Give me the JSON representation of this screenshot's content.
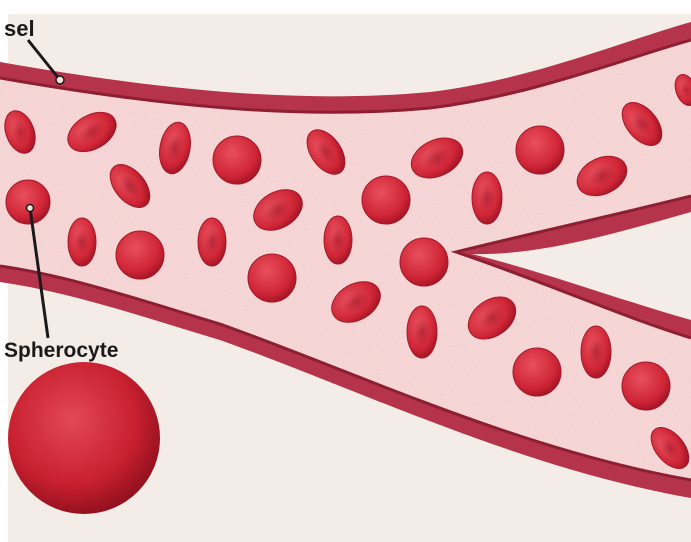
{
  "labels": {
    "vessel": "sel",
    "spherocyte": "Spherocyte"
  },
  "colors": {
    "background": "#f4ece6",
    "vessel_wall": "#b5344b",
    "vessel_wall_dark": "#8e1f33",
    "plasma": "#f6d7d6",
    "cell_fill": "#d42d3d",
    "cell_dark": "#9f1424",
    "leader_line": "#1a1a1a"
  },
  "icons": {
    "normal_cell": "biconcave-red-blood-cell",
    "spherocyte": "spherical-red-blood-cell"
  }
}
